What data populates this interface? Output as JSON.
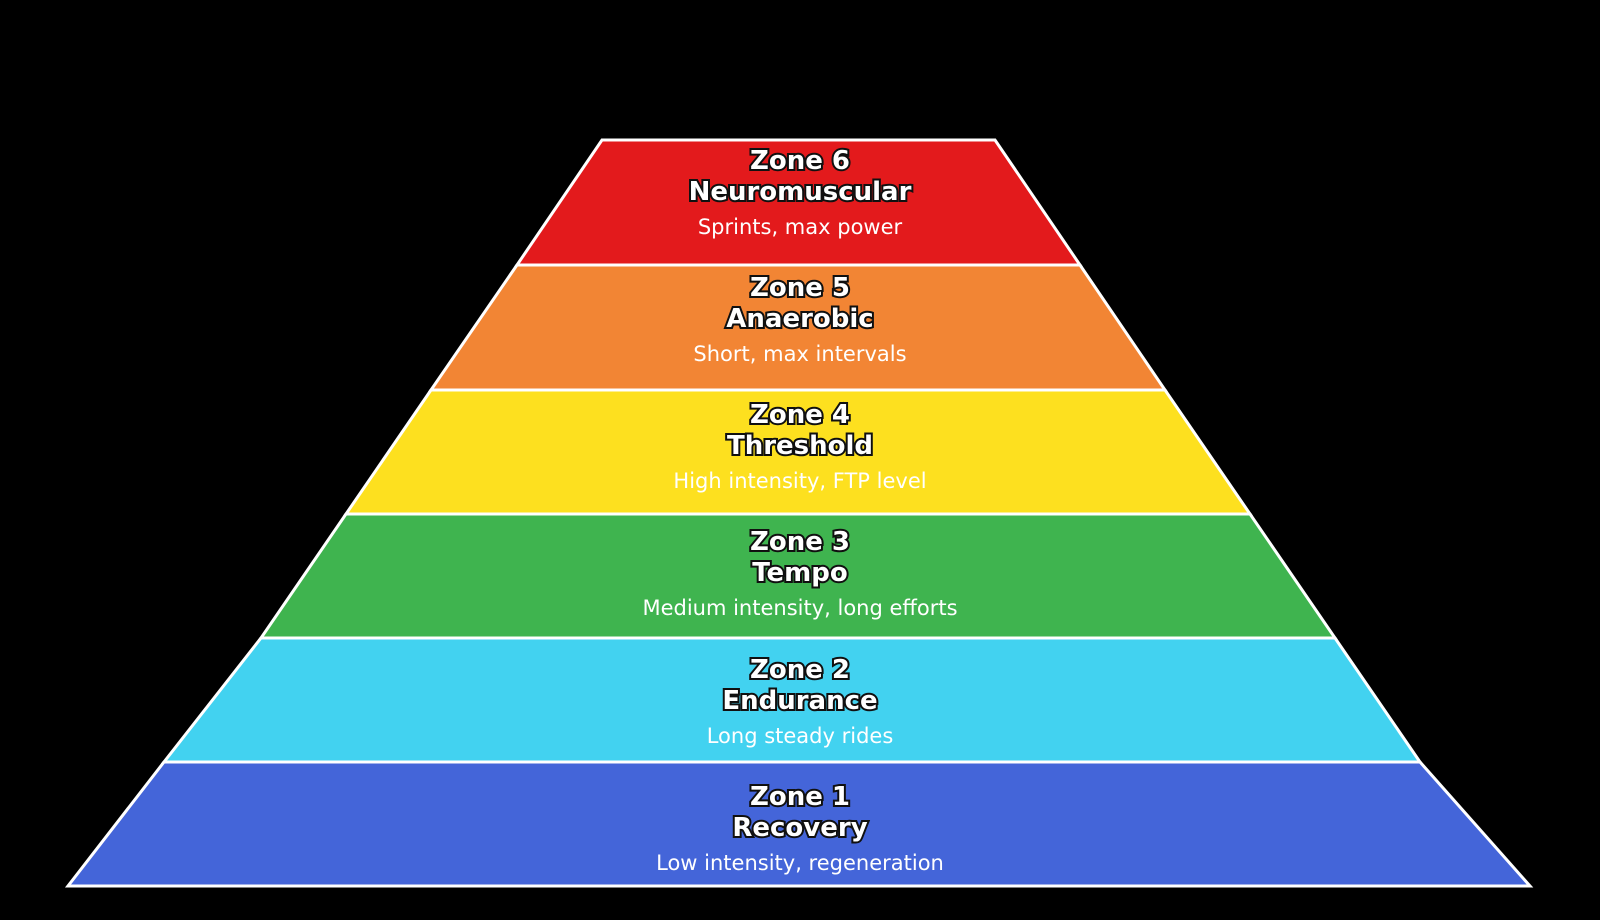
{
  "diagram": {
    "type": "pyramid",
    "background": "#000000",
    "outline_color": "#ffffff",
    "zones": [
      {
        "number": "Zone 6",
        "name": "Neuromuscular",
        "description": "Sprints, max power",
        "color": "#e31a1c"
      },
      {
        "number": "Zone 5",
        "name": "Anaerobic",
        "description": "Short, max intervals",
        "color": "#f28534"
      },
      {
        "number": "Zone 4",
        "name": "Threshold",
        "description": "High intensity, FTP level",
        "color": "#fde01f"
      },
      {
        "number": "Zone 3",
        "name": "Tempo",
        "description": "Medium intensity, long efforts",
        "color": "#3fb44f"
      },
      {
        "number": "Zone 2",
        "name": "Endurance",
        "description": "Long steady rides",
        "color": "#42d2f0"
      },
      {
        "number": "Zone 1",
        "name": "Recovery",
        "description": "Low intensity, regeneration",
        "color": "#4465d9"
      }
    ]
  }
}
